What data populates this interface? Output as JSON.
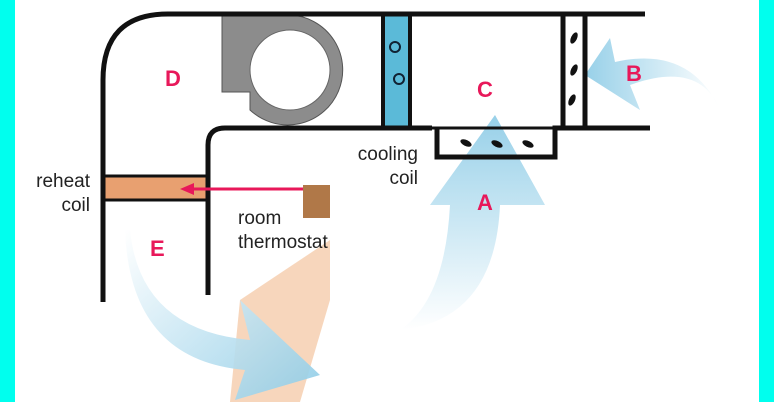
{
  "labels": {
    "reheat_coil": [
      "reheat",
      "coil"
    ],
    "cooling_coil": [
      "cooling",
      "coil"
    ],
    "room_thermostat": [
      "room",
      "thermostat"
    ]
  },
  "zones": {
    "a": "A",
    "b": "B",
    "c": "C",
    "d": "D",
    "e": "E"
  },
  "colors": {
    "frame": "#00ffee",
    "zone_letter": "#e8185a",
    "coil_cooling": "#5bbad8",
    "coil_reheat": "#e8a070",
    "thermostat": "#b07848",
    "arrow_signal": "#e8185a",
    "airflow": "#a8d8ec",
    "supply_air": "#f4c8a8",
    "fan": "#8c8c8c"
  }
}
